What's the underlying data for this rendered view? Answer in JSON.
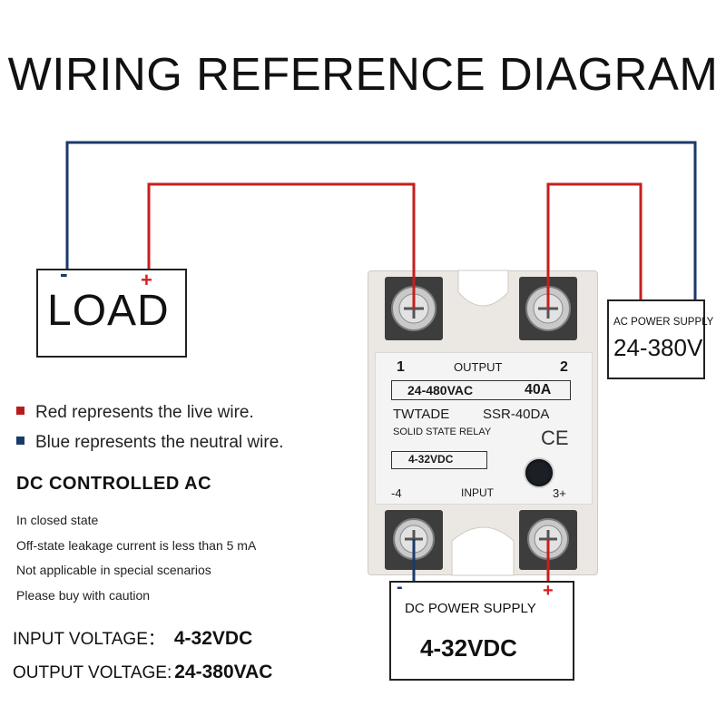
{
  "title": "WIRING REFERENCE DIAGRAM",
  "colors": {
    "live_wire": "#c81e1e",
    "neutral_wire": "#1a3a6b",
    "relay_body": "#ebe8e3"
  },
  "load": {
    "label": "LOAD",
    "minus": "-",
    "plus": "+"
  },
  "ac_power_supply": {
    "label": "AC POWER SUPPLY",
    "value": "24-380V"
  },
  "dc_power_supply": {
    "label": "DC POWER SUPPLY",
    "value": "4-32VDC",
    "minus": "-",
    "plus": "+"
  },
  "legend": [
    {
      "color": "#b71c1c",
      "text": "Red represents the live wire."
    },
    {
      "color": "#1a3a6b",
      "text": "Blue represents the neutral wire."
    }
  ],
  "dc_heading": "DC CONTROLLED AC",
  "notes": [
    "In closed state",
    "Off-state leakage current is less than 5 mA",
    "Not applicable in special scenarios",
    "Please buy with caution"
  ],
  "input_voltage": {
    "key": "INPUT VOLTAGE：",
    "value": "4-32VDC"
  },
  "output_voltage": {
    "key": "OUTPUT VOLTAGE:",
    "value": "24-380VAC"
  },
  "relay": {
    "terminal_1": "1",
    "terminal_2": "2",
    "output_label": "OUTPUT",
    "spec_voltage": "24-480VAC",
    "spec_current": "40A",
    "brand": "TWTADE",
    "model": "SSR-40DA",
    "type": "SOLID STATE RELAY",
    "ce_mark": "CE",
    "input_range": "4-32VDC",
    "terminal_4": "-4",
    "input_label": "INPUT",
    "terminal_3": "3+"
  }
}
